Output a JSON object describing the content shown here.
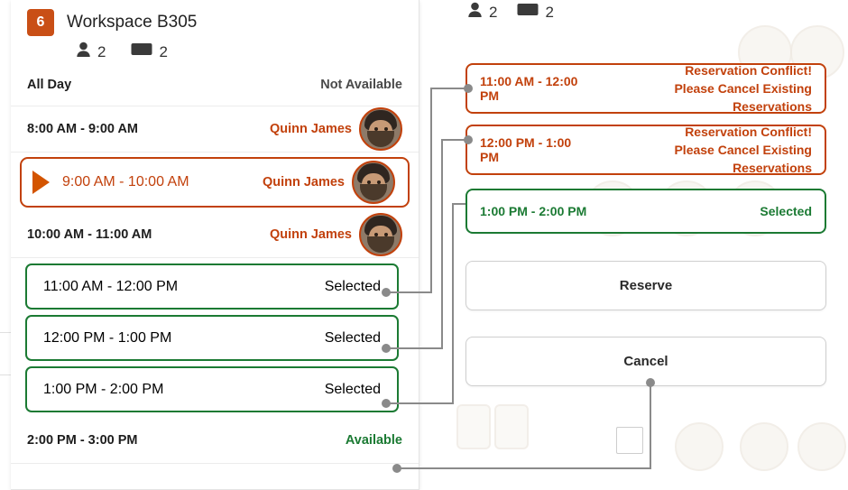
{
  "workspace": {
    "badge": "6",
    "title": "Workspace B305",
    "capacity": {
      "people_icon": "person-icon",
      "people_count": "2",
      "screen_icon": "monitor-icon",
      "screen_count": "2"
    }
  },
  "right_capacity": {
    "people_icon": "person-icon",
    "people_count": "2",
    "screen_icon": "monitor-icon",
    "screen_count": "2"
  },
  "schedule": {
    "all_day": {
      "label": "All Day",
      "status": "Not Available"
    },
    "slots": [
      {
        "time": "8:00 AM - 9:00 AM",
        "booked_by": "Quinn James",
        "avatar": "user-avatar",
        "type": "booked"
      },
      {
        "time": "9:00 AM - 10:00 AM",
        "booked_by": "Quinn James",
        "avatar": "user-avatar",
        "type": "active",
        "play_icon": "play-icon"
      },
      {
        "time": "10:00 AM - 11:00 AM",
        "booked_by": "Quinn James",
        "avatar": "user-avatar",
        "type": "booked"
      },
      {
        "time": "11:00 AM - 12:00 PM",
        "status": "Selected",
        "type": "selected"
      },
      {
        "time": "12:00 PM - 1:00 PM",
        "status": "Selected",
        "type": "selected"
      },
      {
        "time": "1:00 PM - 2:00 PM",
        "status": "Selected",
        "type": "selected"
      },
      {
        "time": "2:00 PM - 3:00 PM",
        "status": "Available",
        "type": "available"
      }
    ]
  },
  "detail_cards": [
    {
      "time": "11:00 AM - 12:00 PM",
      "message_line1": "Reservation Conflict!",
      "message_line2": "Please Cancel Existing Reservations",
      "kind": "conflict"
    },
    {
      "time": "12:00 PM - 1:00 PM",
      "message_line1": "Reservation Conflict!",
      "message_line2": "Please Cancel Existing Reservations",
      "kind": "conflict"
    },
    {
      "time": "1:00 PM - 2:00 PM",
      "status": "Selected",
      "kind": "selected"
    }
  ],
  "actions": {
    "reserve_label": "Reserve",
    "cancel_label": "Cancel"
  },
  "colors": {
    "accent_orange": "#c2410c",
    "accent_green": "#1b7a33",
    "badge_orange": "#c94f16",
    "connector_gray": "#8a8a8a"
  }
}
